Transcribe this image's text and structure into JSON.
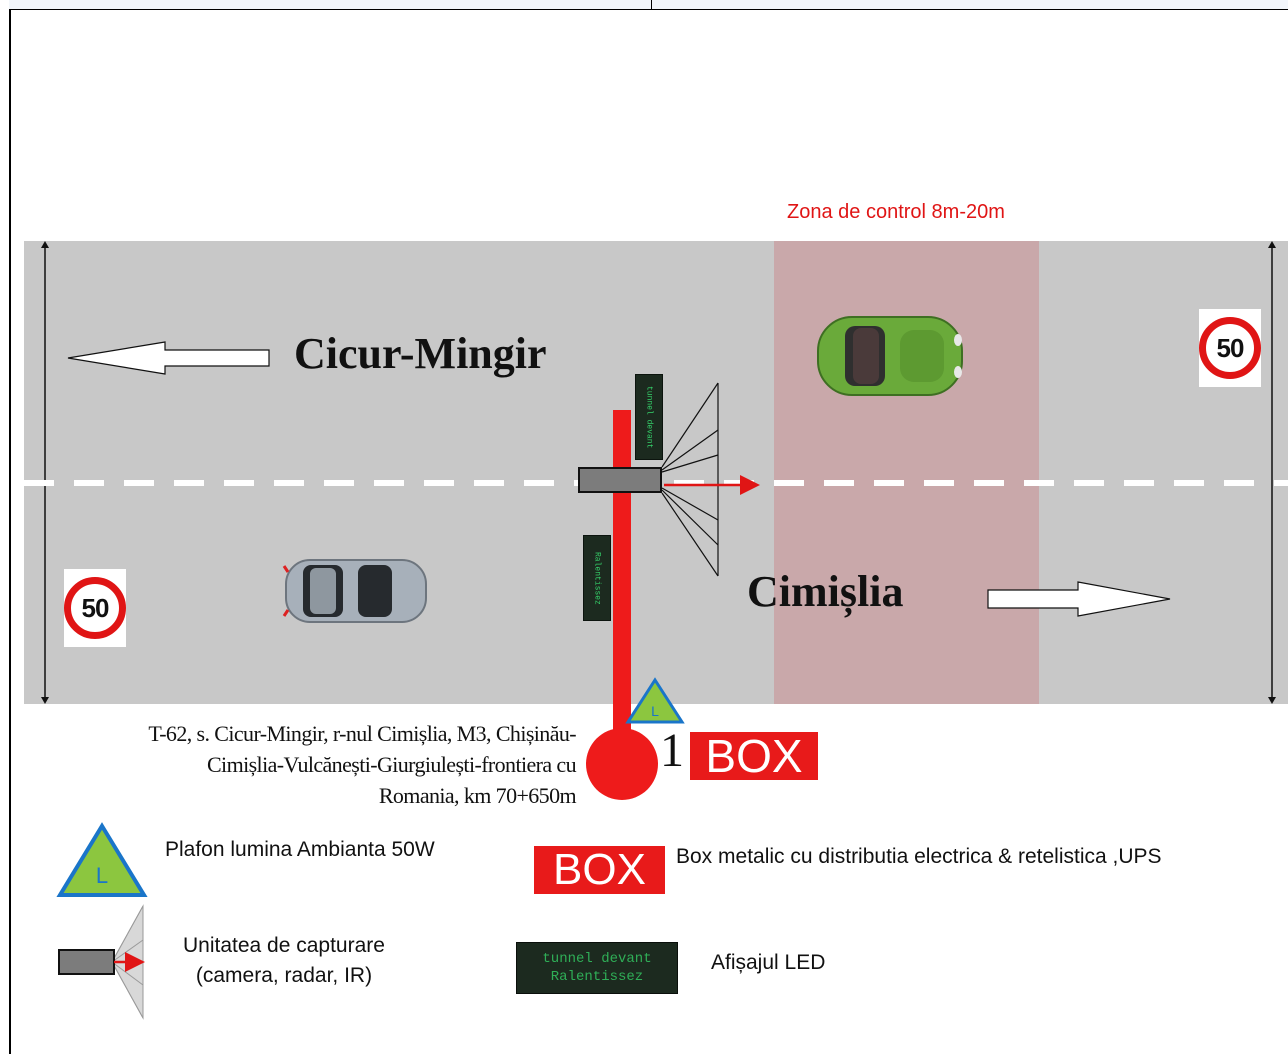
{
  "zone_label": "Zona de control 8m-20m",
  "direction_left": "Cicur-Mingir",
  "direction_right": "Cimișlia",
  "speed_limit": "50",
  "led_display_text": [
    "tunnel devant",
    "Ralentissez"
  ],
  "pole_number": "1",
  "box_label": "BOX",
  "light_symbol_letter": "L",
  "location_lines": [
    "T-62, s. Cicur-Mingir, r-nul Cimișlia, M3, Chișinău-",
    "Cimișlia-Vulcănești-Giurgiulești-frontiera cu",
    "Romania, km 70+650m"
  ],
  "legend": {
    "plafon": "Plafon lumina Ambianta 50W",
    "box": "Box metalic  cu distributia electrica & retelistica ,UPS",
    "capture_line1": "Unitatea de capturare",
    "capture_line2": "(camera, radar, IR)",
    "led": "Afișajul LED"
  },
  "colors": {
    "road": "#c8c8c8",
    "control_zone": "#c9a8aa",
    "pole": "#ee1b1b",
    "box": "#e81a1a",
    "zone_label": "#e01515",
    "light_fill": "#8cc63f",
    "light_border": "#1a75c9",
    "green_car": "#6aaa3a",
    "silver_car": "#a7b0ba"
  }
}
